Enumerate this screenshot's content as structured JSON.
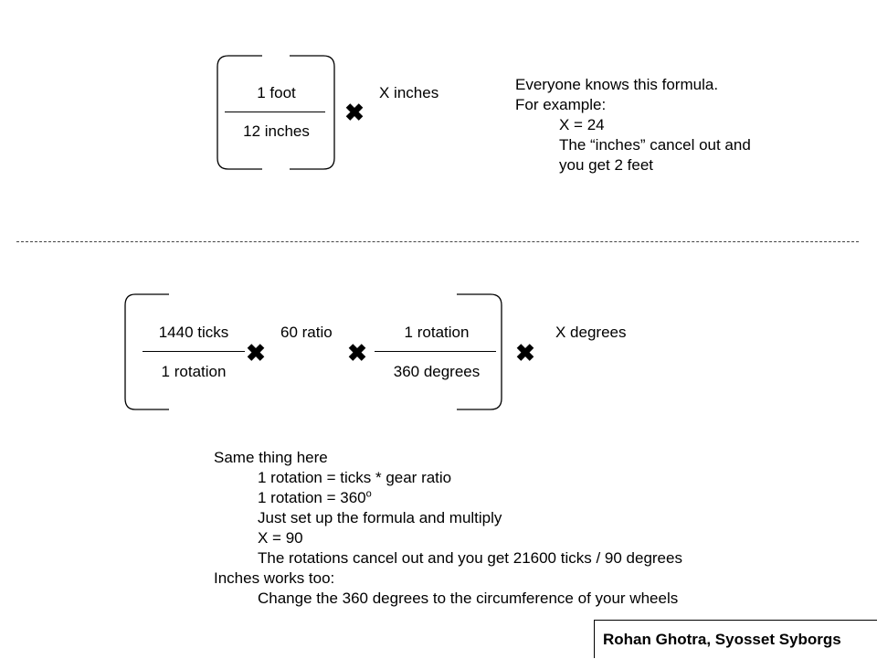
{
  "top_formula": {
    "numerator": "1 foot",
    "denominator": "12 inches",
    "multiply_symbol": "✖",
    "factor": "X inches"
  },
  "top_explanation": {
    "line1": "Everyone knows this formula.",
    "line2": "For example:",
    "line3": "X = 24",
    "line4": "The “inches” cancel out and",
    "line5": "you get 2 feet"
  },
  "bottom_formula": {
    "frac1_numerator": "1440 ticks",
    "frac1_denominator": "1 rotation",
    "ratio": "60 ratio",
    "frac2_numerator": "1 rotation",
    "frac2_denominator": "360 degrees",
    "factor": "X degrees",
    "multiply_symbol": "✖"
  },
  "bottom_explanation": {
    "line1": "Same thing here",
    "line2": "1 rotation = ticks * gear ratio",
    "line3": "1 rotation = 360",
    "line3_sup": "o",
    "line4": "Just set up the formula and multiply",
    "line5": "X = 90",
    "line6": "The rotations cancel out and you get 21600 ticks / 90 degrees",
    "line7": "Inches works too:",
    "line8": "Change the 360 degrees to the circumference of your wheels"
  },
  "credit": "Rohan Ghotra, Syosset Syborgs"
}
